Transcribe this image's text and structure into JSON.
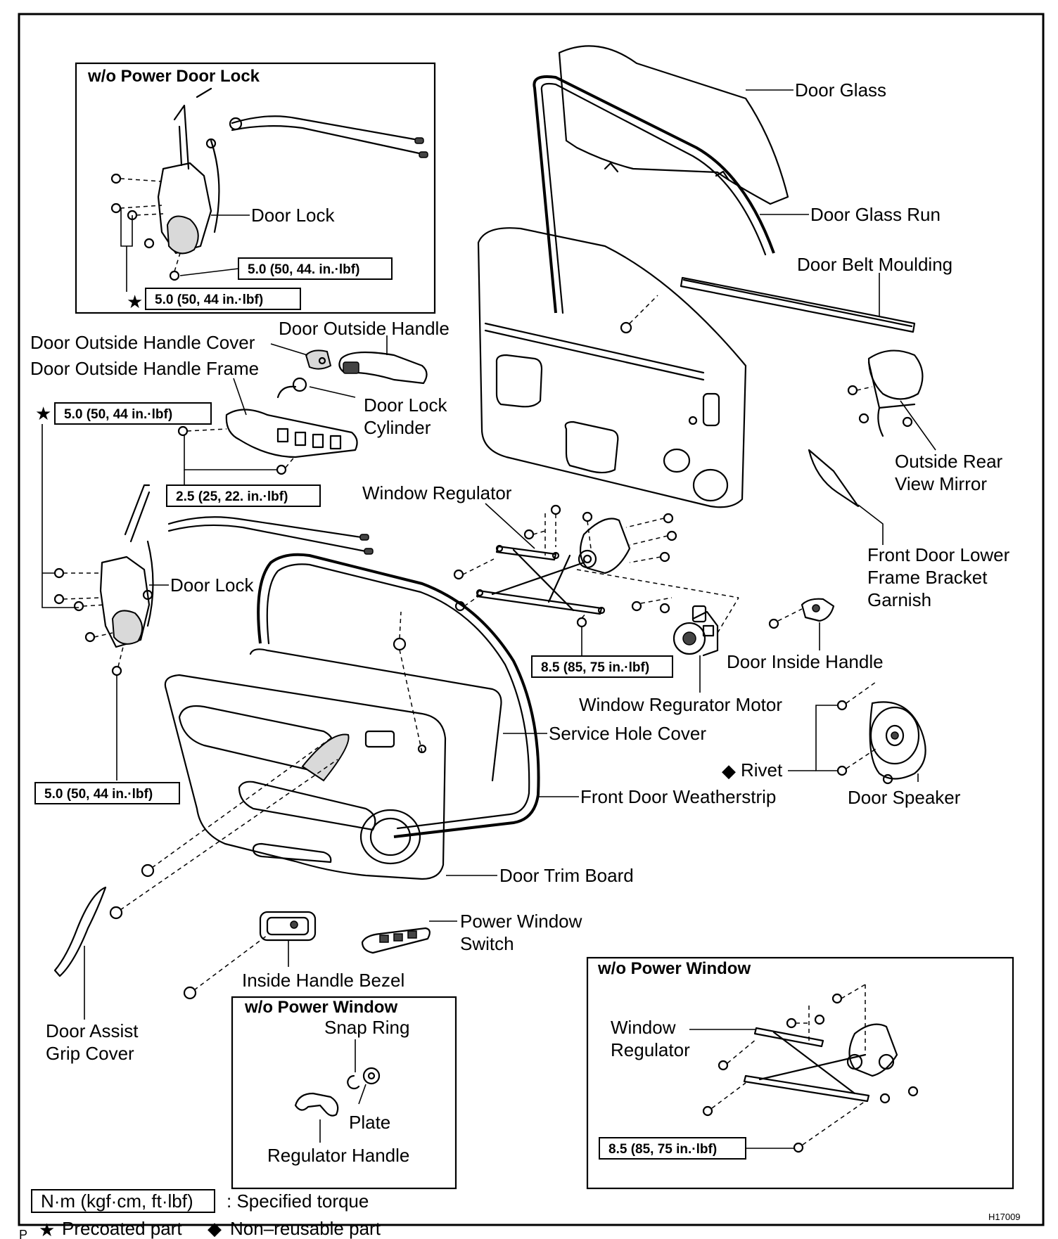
{
  "figure_code": "H17009",
  "page_letter": "P",
  "inset_no_power_lock": {
    "title": "w/o Power Door Lock",
    "door_lock": "Door Lock",
    "torque_1": "5.0 (50, 44. in.·lbf)",
    "torque_2": "5.0 (50, 44 in.·lbf)"
  },
  "inset_no_power_window_left": {
    "title": "w/o Power Window",
    "snap_ring": "Snap Ring",
    "plate": "Plate",
    "regulator_handle": "Regulator Handle"
  },
  "inset_no_power_window_right": {
    "title": "w/o Power Window",
    "window_regulator_1": "Window",
    "window_regulator_2": "Regulator",
    "torque": "8.5 (85, 75 in.·lbf)"
  },
  "labels": {
    "door_glass": "Door Glass",
    "door_glass_run": "Door Glass Run",
    "door_belt_moulding": "Door Belt Moulding",
    "door_outside_handle": "Door Outside Handle",
    "door_outside_handle_cover": "Door Outside Handle Cover",
    "door_outside_handle_frame": "Door Outside Handle Frame",
    "door_lock_cylinder_1": "Door Lock",
    "door_lock_cylinder_2": "Cylinder",
    "outside_mirror_1": "Outside Rear",
    "outside_mirror_2": "View Mirror",
    "window_regulator": "Window Regulator",
    "bracket_garnish_1": "Front Door Lower",
    "bracket_garnish_2": "Frame Bracket",
    "bracket_garnish_3": "Garnish",
    "door_lock": "Door Lock",
    "door_inside_handle": "Door Inside Handle",
    "window_regulator_motor": "Window Regurator Motor",
    "service_hole_cover": "Service Hole Cover",
    "rivet": "Rivet",
    "front_door_weatherstrip": "Front Door Weatherstrip",
    "door_speaker": "Door Speaker",
    "door_trim_board": "Door Trim Board",
    "power_window_switch_1": "Power Window",
    "power_window_switch_2": "Switch",
    "inside_handle_bezel": "Inside Handle Bezel",
    "door_assist_grip_cover_1": "Door Assist",
    "door_assist_grip_cover_2": "Grip Cover"
  },
  "torques": {
    "handle_frame": "5.0 (50, 44 in.·lbf)",
    "lock_cylinder": "2.5 (25, 22. in.·lbf)",
    "regulator": "8.5 (85, 75 in.·lbf)",
    "door_lock": "5.0 (50, 44 in.·lbf)"
  },
  "legend": {
    "unit": "N·m (kgf·cm, ft·lbf)",
    "unit_desc": ": Specified torque",
    "precoated": "Precoated part",
    "non_reusable": "Non–reusable part"
  },
  "symbols": {
    "star": "★",
    "diamond": "◆"
  }
}
